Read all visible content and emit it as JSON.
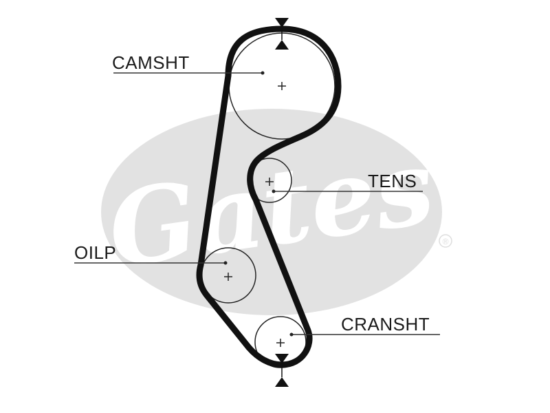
{
  "labels": {
    "camshaft": "CAMSHT",
    "tensioner": "TENS",
    "oil_pump": "OILP",
    "crankshaft": "CRANSHT"
  },
  "watermark": {
    "brand": "Gates",
    "registered_mark": "®"
  },
  "colors": {
    "belt": "#111111",
    "pulley_outline": "#222222",
    "leader_line": "#333333",
    "watermark_oval": "#e2e2e2",
    "watermark_lettering": "#ffffff"
  }
}
